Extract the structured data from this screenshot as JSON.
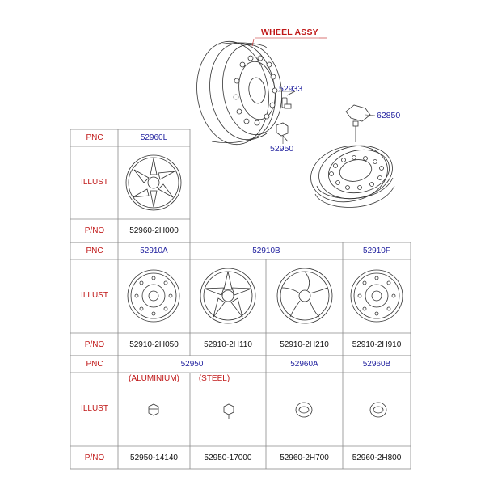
{
  "header": {
    "title": "WHEEL ASSY",
    "callouts": {
      "valve": "52933",
      "nut": "52950",
      "spare_bracket": "62850"
    }
  },
  "table": {
    "row_labels": {
      "pnc": "PNC",
      "illust": "ILLUST",
      "pno": "P/NO"
    },
    "section1": {
      "pnc": "52960L",
      "pno": "52960-2H000"
    },
    "section2": {
      "pnc": [
        "52910A",
        "52910B",
        "52910F"
      ],
      "pno": [
        "52910-2H050",
        "52910-2H110",
        "52910-2H210",
        "52910-2H910"
      ]
    },
    "section3": {
      "pnc": [
        "52950",
        "52960A",
        "52960B"
      ],
      "notes": [
        "(ALUMINIUM)",
        "(STEEL)"
      ],
      "pno": [
        "52950-14140",
        "52950-17000",
        "52960-2H700",
        "52960-2H800"
      ]
    }
  },
  "colors": {
    "label_red": "#c01818",
    "pnc_blue": "#1f1f9e",
    "grid": "#8a8a8a"
  },
  "icons": [
    "steel-wheel-icon",
    "alloy-wheel-icon",
    "wheel-nut-icon",
    "hub-cap-icon",
    "valve-icon",
    "spare-bracket-icon"
  ]
}
